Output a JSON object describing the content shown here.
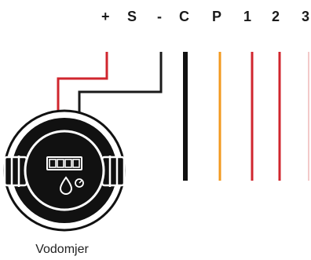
{
  "terminals": [
    {
      "label": "+",
      "color": "#d0262e"
    },
    {
      "label": "S",
      "color": "#1a1a1a"
    },
    {
      "label": "-",
      "color": "#1a1a1a"
    },
    {
      "label": "C",
      "color": "#1a1a1a"
    },
    {
      "label": "P",
      "color": "#f39a1f"
    },
    {
      "label": "1",
      "color": "#d0262e"
    },
    {
      "label": "2",
      "color": "#d0262e"
    },
    {
      "label": "3",
      "color": "#f3c9c9"
    }
  ],
  "meter": {
    "caption": "Vodomjer",
    "icons": [
      "water-drop-icon",
      "gauge-icon"
    ]
  }
}
